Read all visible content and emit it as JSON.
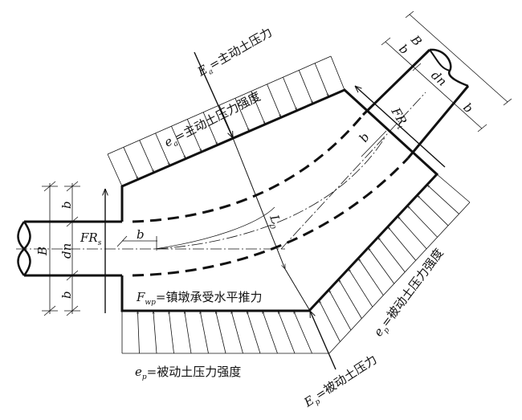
{
  "labels": {
    "Ea_sym": "E",
    "Ea_sub": "a",
    "Ea_text": "=主动土压力",
    "ea_sym": "e",
    "ea_sub": "a",
    "ea_text": "=主动土压力强度",
    "FRt_sym": "FR",
    "FRt_sub": "t",
    "FRs_sym": "FR",
    "FRs_sub": "s",
    "Fwp_sym": "F",
    "Fwp_sub": "wp",
    "Fwp_text": "=镇墩承受水平推力",
    "ep_bottom_sym": "e",
    "ep_bottom_sub": "p",
    "ep_bottom_text": "=被动土压力强度",
    "ep_right_sym": "e",
    "ep_right_sub": "p",
    "ep_right_text": "=被动土压力强度",
    "Ep_sym": "E",
    "Ep_sub": "p",
    "Ep_text": "=被动土压力",
    "L0_sym": "L",
    "L0_sub": "0",
    "dim_B": "B",
    "dim_b": "b",
    "dim_dn": "dn"
  }
}
